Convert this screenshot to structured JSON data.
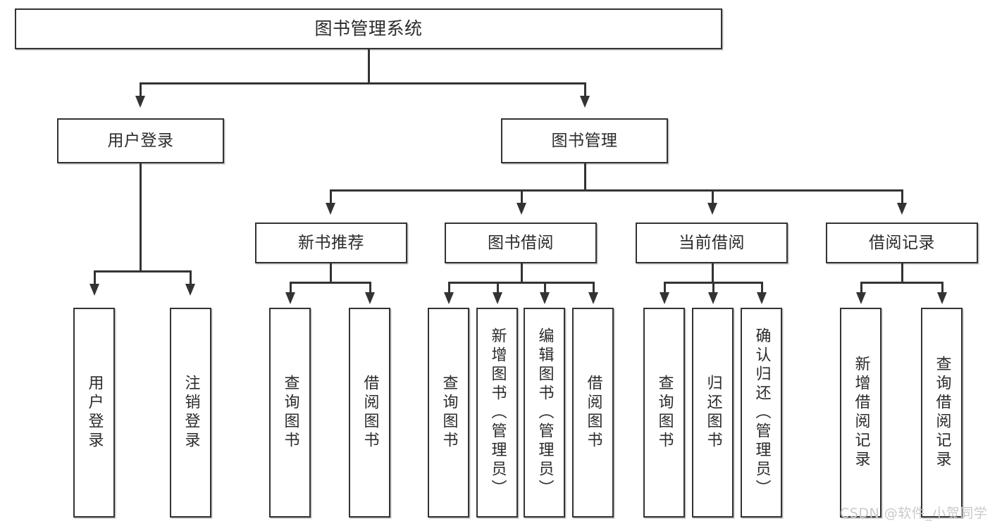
{
  "diagram": {
    "type": "tree",
    "title": "图书管理系统",
    "root": {
      "label": "图书管理系统"
    },
    "level2": [
      {
        "label": "用户登录"
      },
      {
        "label": "图书管理"
      }
    ],
    "level3": [
      {
        "label": "新书推荐"
      },
      {
        "label": "图书借阅"
      },
      {
        "label": "当前借阅"
      },
      {
        "label": "借阅记录"
      }
    ],
    "leaves": {
      "user_login": [
        {
          "label": "用户登录"
        },
        {
          "label": "注销登录"
        }
      ],
      "new_book_recommend": [
        {
          "label": "查询图书"
        },
        {
          "label": "借阅图书"
        }
      ],
      "book_borrow": [
        {
          "label": "查询图书"
        },
        {
          "label": "新增图书（管理员）"
        },
        {
          "label": "编辑图书（管理员）"
        },
        {
          "label": "借阅图书"
        }
      ],
      "current_borrow": [
        {
          "label": "查询图书"
        },
        {
          "label": "归还图书"
        },
        {
          "label": "确认归还（管理员）"
        }
      ],
      "borrow_record": [
        {
          "label": "新增借阅记录"
        },
        {
          "label": "查询借阅记录"
        }
      ]
    }
  },
  "watermark": {
    "text": "CSDN @软件_小贺同学"
  },
  "colors": {
    "stroke": "#333333",
    "text": "#2b2b2b",
    "background": "#ffffff",
    "watermark": "#c9c9c9"
  }
}
